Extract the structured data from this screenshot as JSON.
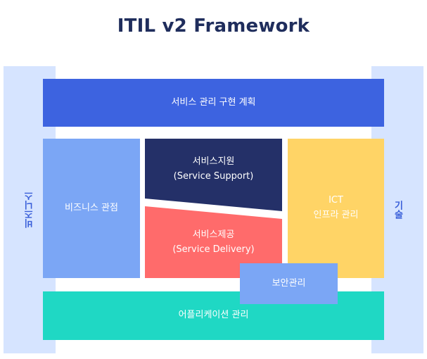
{
  "title": "ITIL v2 Framework",
  "left_side": "비즈니스",
  "right_side": "기술",
  "top_band": "서비스 관리 구현 계획",
  "business_view": "비즈니스 관점",
  "service_support": {
    "line1": "서비스지원",
    "line2": "(Service Support)"
  },
  "service_delivery": {
    "line1": "서비스제공",
    "line2": "(Service Delivery)"
  },
  "ict": {
    "line1": "ICT",
    "line2": "인프라 관리"
  },
  "security": "보안관리",
  "application": "어플리케이션 관리",
  "colors": {
    "title": "#1f2d5c",
    "side": "#d6e4ff",
    "top_band": "#3d63e0",
    "business_view": "#7ba6f5",
    "service_support": "#243068",
    "service_delivery": "#ff6b6b",
    "ict": "#ffd466",
    "security": "#7ba6f5",
    "application": "#1fd8c4"
  }
}
